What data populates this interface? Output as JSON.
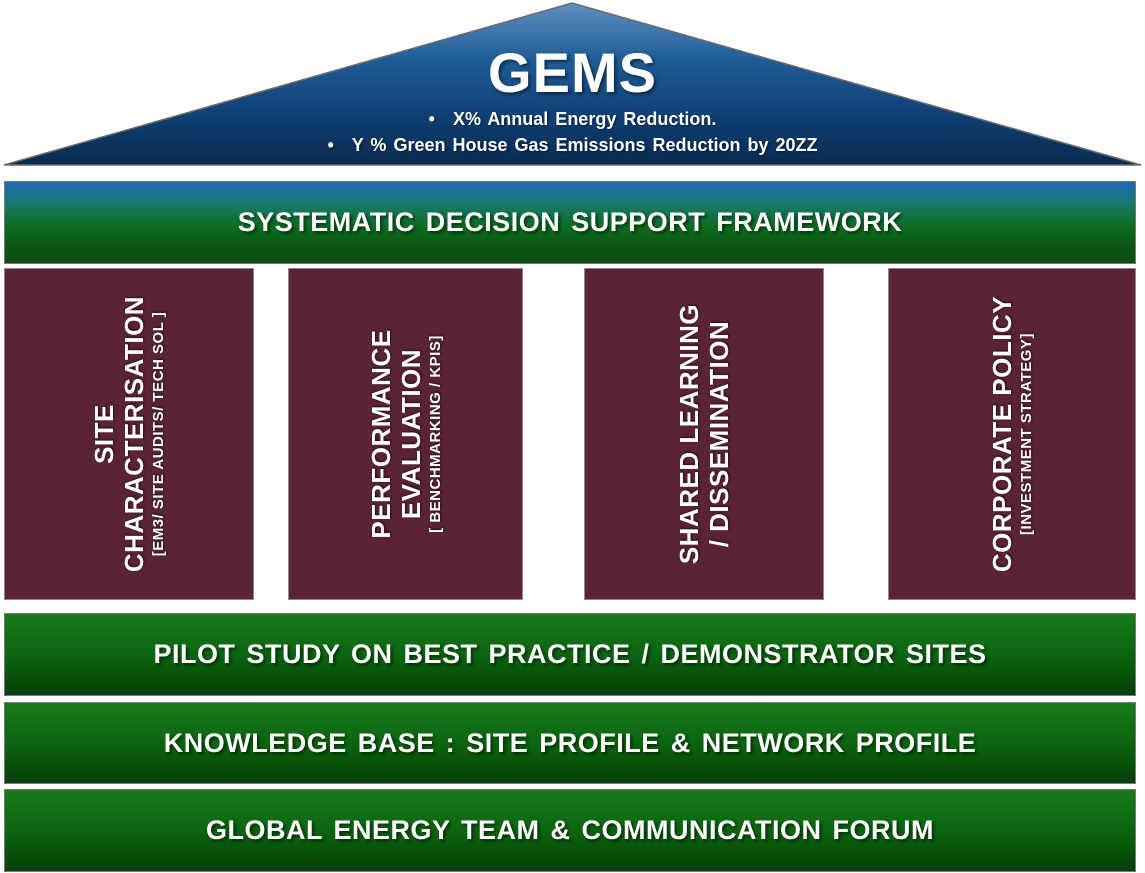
{
  "roof": {
    "title": "GEMS",
    "bullets": [
      "X% Annual Energy Reduction.",
      "Y % Green  House Gas Emissions Reduction by 20ZZ"
    ]
  },
  "framework": {
    "label": "SYSTEMATIC DECISION SUPPORT FRAMEWORK"
  },
  "pillars": [
    {
      "title_lines": [
        "SITE",
        "CHARACTERISATION"
      ],
      "sub": "[EM3/ SITE AUDITS/ TECH SOL ]"
    },
    {
      "title_lines": [
        "PERFORMANCE",
        "EVALUATION"
      ],
      "sub": "[ BENCHMARKING  / KPIS]"
    },
    {
      "title_lines": [
        "SHARED LEARNING",
        "/ DISSEMINATION"
      ],
      "sub": ""
    },
    {
      "title_lines": [
        "CORPORATE  POLICY"
      ],
      "sub": "[INVESTMENT  STRATEGY]"
    }
  ],
  "foundation": {
    "pilot": "PILOT STUDY ON BEST PRACTICE / DEMONSTRATOR SITES",
    "knowledge": "KNOWLEDGE BASE : SITE PROFILE & NETWORK PROFILE",
    "forum": "GLOBAL  ENERGY TEAM & COMMUNICATION FORUM"
  },
  "colors": {
    "roof_top": "#5a8ab8",
    "roof_bottom": "#0a2a50",
    "pillar": "#5a2434",
    "band_green": "#0c6812",
    "framework_top": "#1d69b9"
  }
}
